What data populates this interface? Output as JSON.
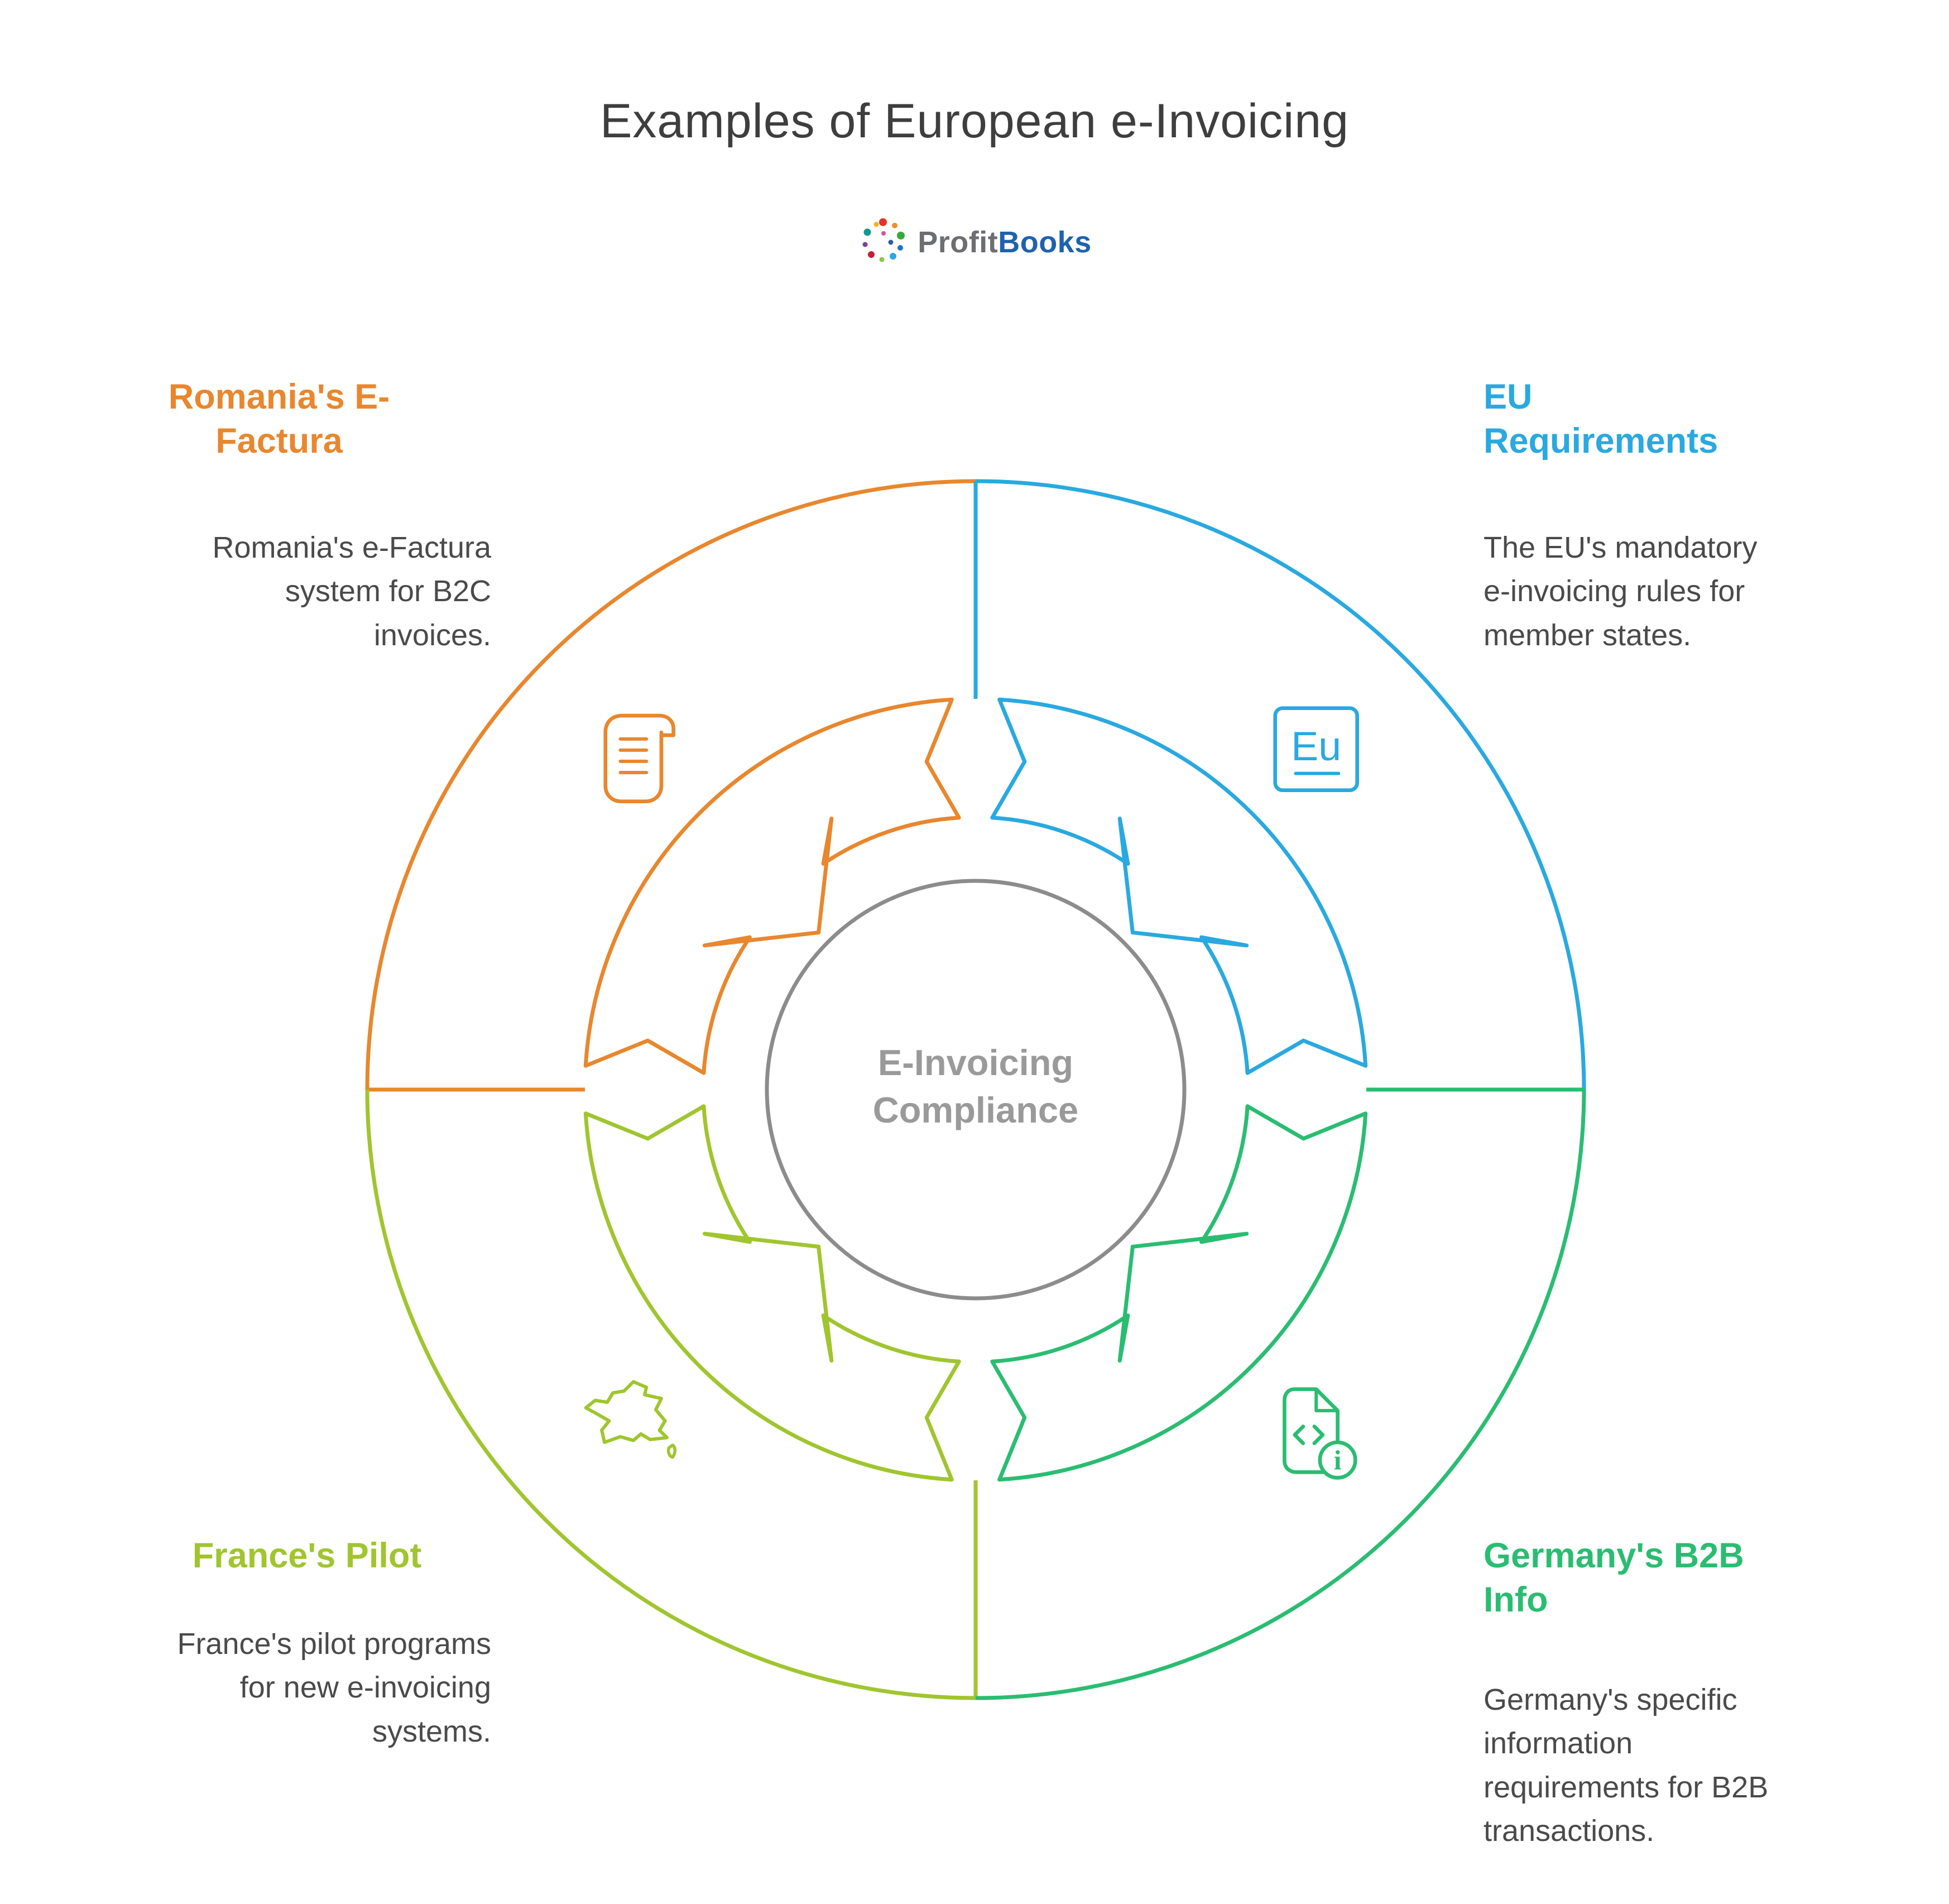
{
  "page": {
    "title": "Examples of European e-Invoicing",
    "background": "#ffffff"
  },
  "logo": {
    "profit": "Profit",
    "books": "Books",
    "profit_color": "#6d6e71",
    "books_color": "#1e62ae",
    "dot_colors": [
      "#e63329",
      "#f18f21",
      "#36a93c",
      "#1b75bc",
      "#2aa8e0",
      "#8cc63f",
      "#c22033",
      "#7f3f98",
      "#0e9b8e",
      "#f4b223",
      "#d94f9d",
      "#2a5fa5"
    ]
  },
  "center": {
    "label": "E-Invoicing Compliance",
    "text_color": "#9a9a9a",
    "ring_color": "#8c8c8c"
  },
  "segments": [
    {
      "id": "romania",
      "quadrant": "top-left",
      "heading": "Romania's E-Factura",
      "body": "Romania's e-Factura system for B2C invoices.",
      "color": "#E8872E",
      "icon": "invoice-scroll-icon"
    },
    {
      "id": "eu",
      "quadrant": "top-right",
      "heading": "EU Requirements",
      "body": "The EU's mandatory e-invoicing rules for member states.",
      "color": "#29A9E0",
      "icon": "eu-box-icon",
      "icon_text": "Eu"
    },
    {
      "id": "france",
      "quadrant": "bottom-left",
      "heading": "France's Pilot",
      "body": "France's pilot programs for new e-invoicing systems.",
      "color": "#A0C52F",
      "icon": "france-map-icon"
    },
    {
      "id": "germany",
      "quadrant": "bottom-right",
      "heading": "Germany's B2B Info",
      "body": "Germany's specific information requirements for B2B transactions.",
      "color": "#2ABD72",
      "icon": "code-document-icon",
      "icon_text": "i"
    }
  ]
}
